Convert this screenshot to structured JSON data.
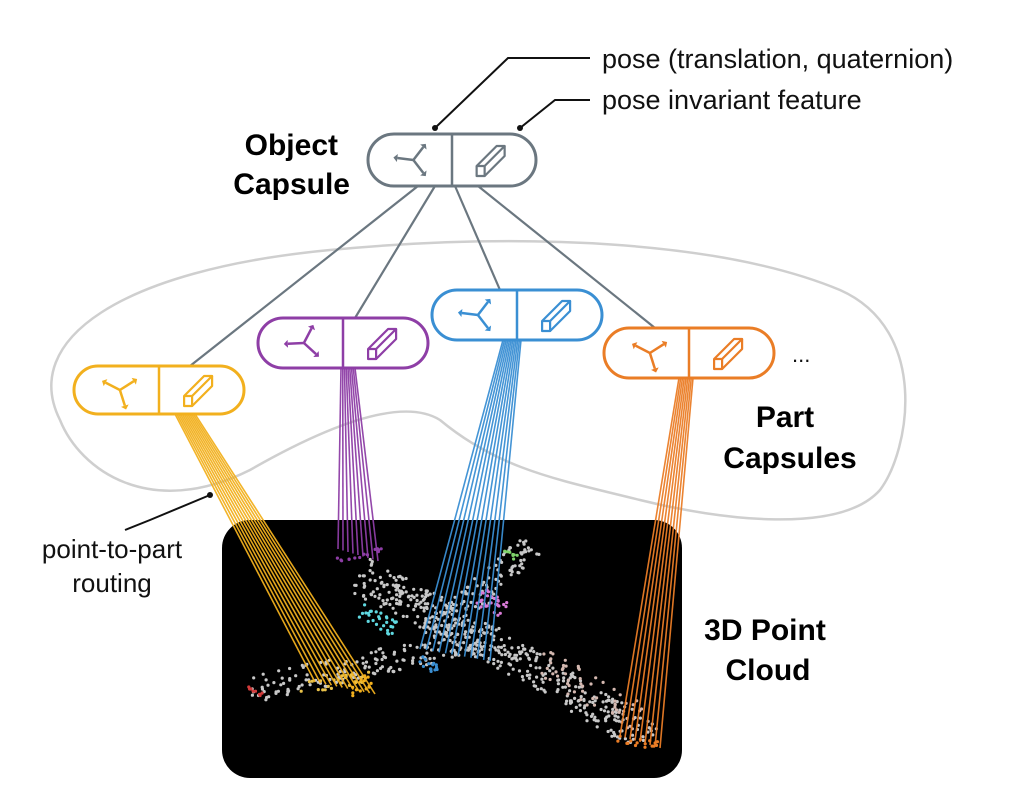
{
  "labels": {
    "pose": "pose (translation, quaternion)",
    "pose_invariant": "pose invariant feature",
    "object_capsule": [
      "Object",
      "Capsule"
    ],
    "part_capsules": [
      "Part",
      "Capsules"
    ],
    "point_cloud": [
      "3D Point",
      "Cloud"
    ],
    "routing": [
      "point-to-part",
      "routing"
    ],
    "ellipsis": "..."
  },
  "colors": {
    "object": "#6b7780",
    "yellow": "#f2b01e",
    "purple": "#8e3ea6",
    "blue": "#3a8fd3",
    "orange": "#ea7d26",
    "cloud_bg": "#000000",
    "points": "#c8c8c8",
    "ellipse": "#cfcfcf"
  },
  "capsules": [
    {
      "id": "object",
      "color_key": "object",
      "icons": [
        "pose-axes-icon",
        "feature-box-icon"
      ]
    },
    {
      "id": "part-yellow",
      "color_key": "yellow",
      "icons": [
        "pose-axes-icon",
        "feature-box-icon"
      ]
    },
    {
      "id": "part-purple",
      "color_key": "purple",
      "icons": [
        "pose-axes-icon",
        "feature-box-icon"
      ]
    },
    {
      "id": "part-blue",
      "color_key": "blue",
      "icons": [
        "pose-axes-icon",
        "feature-box-icon"
      ]
    },
    {
      "id": "part-orange",
      "color_key": "orange",
      "icons": [
        "pose-axes-icon",
        "feature-box-icon"
      ]
    }
  ]
}
